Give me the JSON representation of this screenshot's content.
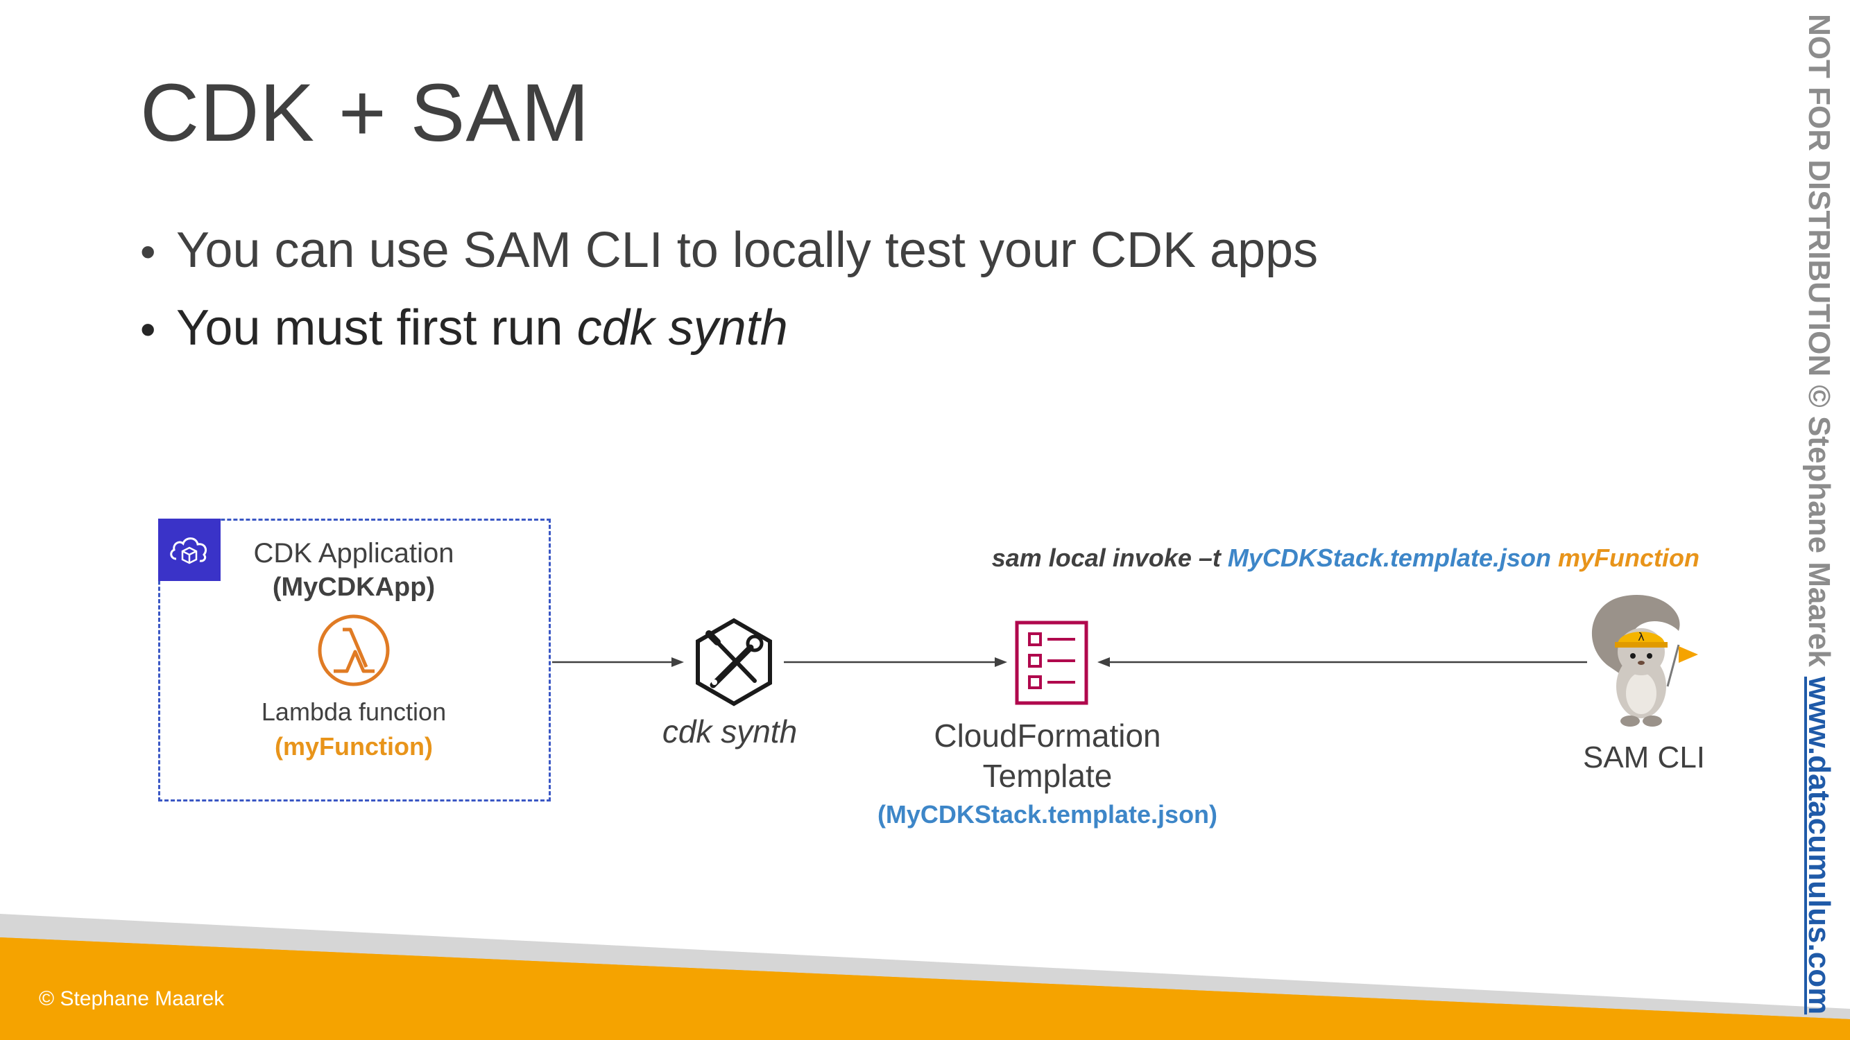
{
  "slide": {
    "title": "CDK + SAM",
    "bullets": [
      {
        "text": "You can use SAM CLI to locally test your CDK apps"
      },
      {
        "text_prefix": "You must first run ",
        "text_italic": "cdk synth"
      }
    ]
  },
  "diagram": {
    "cdk_app": {
      "label": "CDK Application",
      "sub": "(MyCDKApp)"
    },
    "lambda": {
      "label": "Lambda function",
      "sub": "(myFunction)"
    },
    "synth": {
      "label": "cdk synth"
    },
    "cloudformation": {
      "label_line1": "CloudFormation",
      "label_line2": "Template",
      "sub": "(MyCDKStack.template.json)"
    },
    "sam_cli": {
      "label": "SAM CLI"
    },
    "command": {
      "part1": "sam local invoke –t ",
      "part2": "MyCDKStack.template.json",
      "part3": " myFunction"
    }
  },
  "footer": {
    "copyright": "© Stephane Maarek"
  },
  "watermark": {
    "text": "NOT FOR DISTRIBUTION © Stephane Maarek",
    "link": "www.datacumulus.com"
  },
  "colors": {
    "accent_orange": "#F5A300",
    "grey_band": "#D6D6D6",
    "link_blue": "#3D86C8",
    "cfn_red": "#B0084D",
    "lambda_orange": "#E07B24",
    "cdk_badge": "#3A33C8"
  },
  "icons": {
    "cdk": "cloud-cubes-icon",
    "lambda": "lambda-icon",
    "synth": "wrench-screwdriver-icon",
    "cloudformation": "template-checklist-icon",
    "sam": "squirrel-mascot-icon"
  }
}
